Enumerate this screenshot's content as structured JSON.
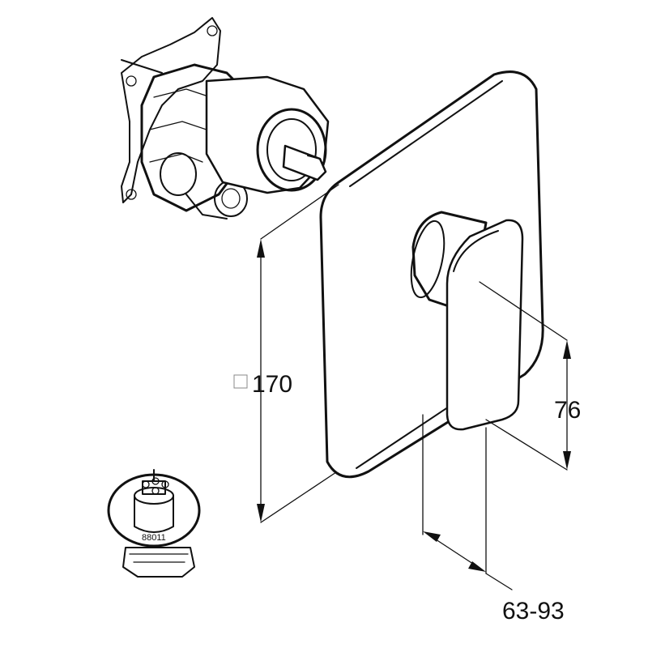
{
  "dimensions": {
    "height_label": "170",
    "handle_label": "76",
    "depth_label": "63-93"
  },
  "cartridge": {
    "code_label": "88011"
  },
  "colors": {
    "line": "#111111",
    "background": "#ffffff"
  }
}
